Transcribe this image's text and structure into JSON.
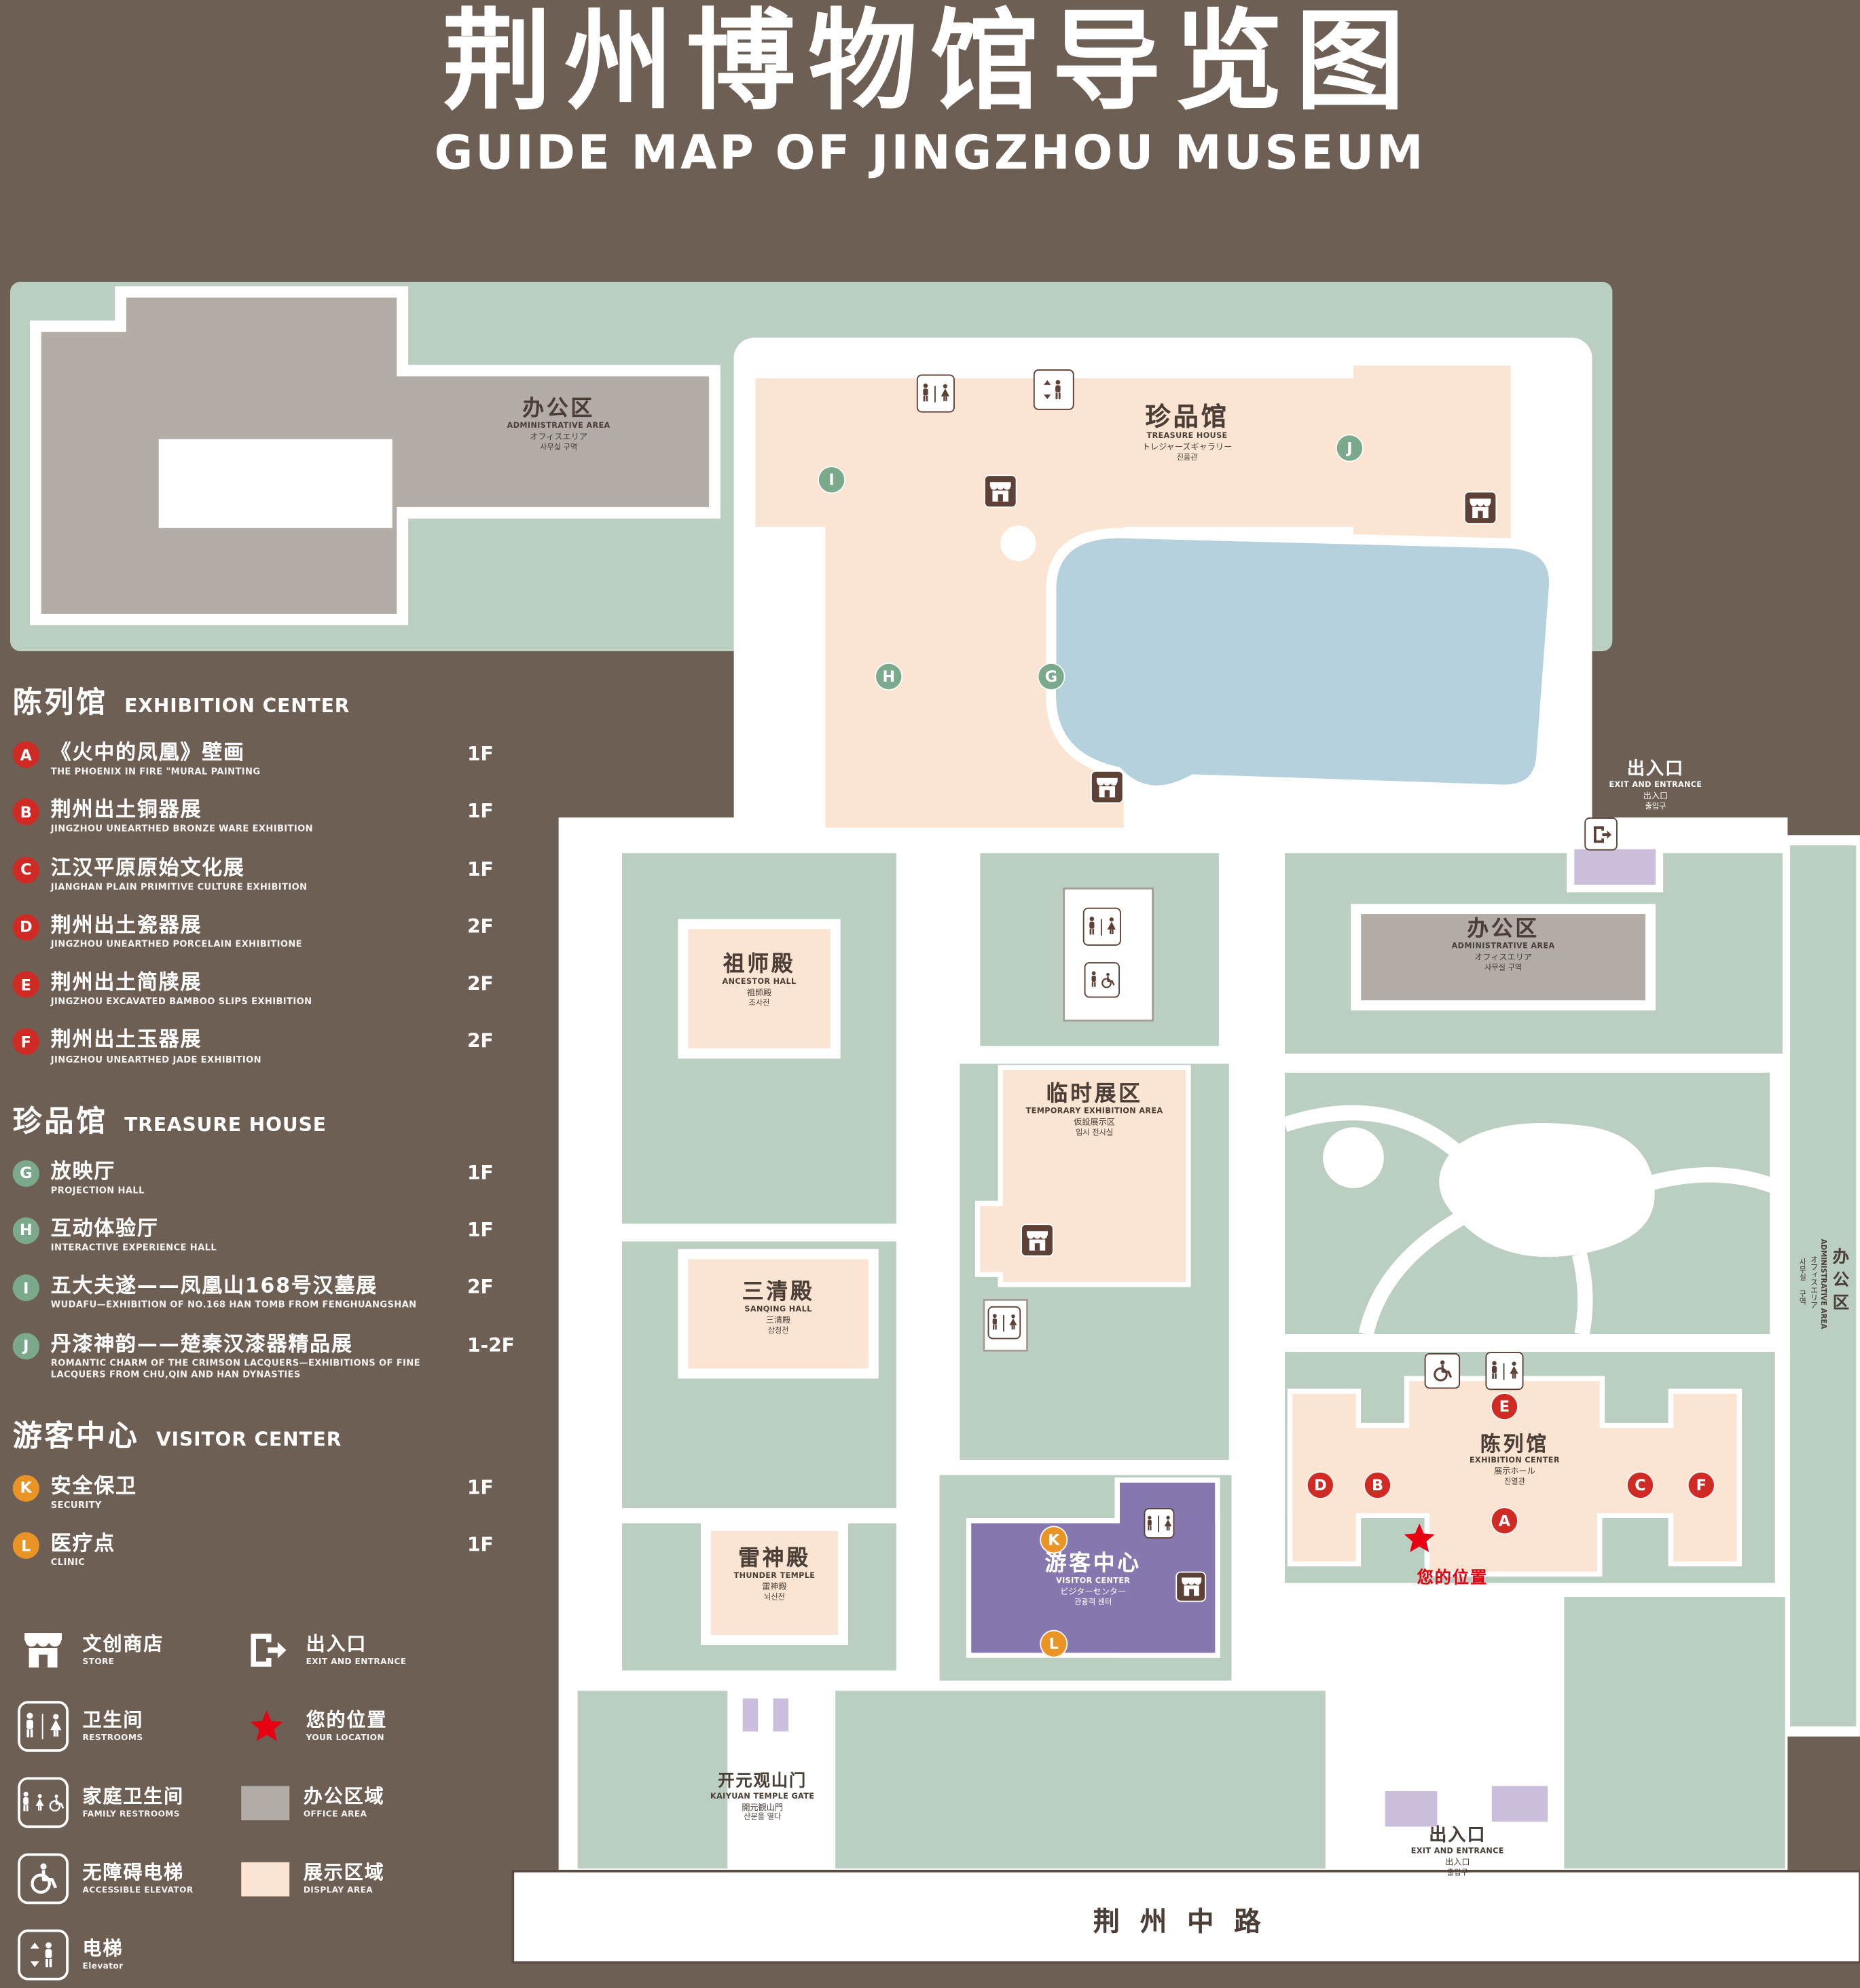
{
  "title": {
    "cn": "荆州博物馆导览图",
    "en": "GUIDE MAP OF JINGZHOU MUSEUM"
  },
  "colors": {
    "background": "#6e5f54",
    "lawn": "#bacec1",
    "display_area": "#fce4d3",
    "office_area": "#b3aca7",
    "pond": "#b5d1de",
    "visitor_center": "#8677ae",
    "gate_structure": "#cbbedd",
    "marker_red": "#cf2b24",
    "marker_green": "#7aa98c",
    "marker_orange": "#ea9426",
    "icon_brown": "#5d4036",
    "location_red": "#e60012"
  },
  "legend": {
    "sections": [
      {
        "title_cn": "陈列馆",
        "title_en": "EXHIBITION CENTER",
        "items": [
          {
            "id": "A",
            "cn": "《火中的凤凰》壁画",
            "en": "THE PHOENIX IN FIRE \"MURAL PAINTING",
            "floor": "1F"
          },
          {
            "id": "B",
            "cn": "荆州出土铜器展",
            "en": "JINGZHOU UNEARTHED BRONZE WARE EXHIBITION",
            "floor": "1F"
          },
          {
            "id": "C",
            "cn": "江汉平原原始文化展",
            "en": "JIANGHAN PLAIN PRIMITIVE CULTURE EXHIBITION",
            "floor": "1F"
          },
          {
            "id": "D",
            "cn": "荆州出土瓷器展",
            "en": "JINGZHOU UNEARTHED PORCELAIN EXHIBITIONE",
            "floor": "2F"
          },
          {
            "id": "E",
            "cn": "荆州出土简牍展",
            "en": "JINGZHOU EXCAVATED BAMBOO SLIPS EXHIBITION",
            "floor": "2F"
          },
          {
            "id": "F",
            "cn": "荆州出土玉器展",
            "en": "JINGZHOU UNEARTHED JADE EXHIBITION",
            "floor": "2F"
          }
        ]
      },
      {
        "title_cn": "珍品馆",
        "title_en": "TREASURE HOUSE",
        "items": [
          {
            "id": "G",
            "cn": "放映厅",
            "en": "PROJECTION HALL",
            "floor": "1F"
          },
          {
            "id": "H",
            "cn": "互动体验厅",
            "en": "INTERACTIVE EXPERIENCE HALL",
            "floor": "1F"
          },
          {
            "id": "I",
            "cn": "五大夫遂——凤凰山168号汉墓展",
            "en": "WUDAFU—EXHIBITION OF NO.168 HAN TOMB FROM FENGHUANGSHAN",
            "floor": "2F"
          },
          {
            "id": "J",
            "cn": "丹漆神韵——楚秦汉漆器精品展",
            "en": "ROMANTIC CHARM OF THE CRIMSON LACQUERS—EXHIBITIONS OF FINE LACQUERS FROM CHU,QIN AND HAN DYNASTIES",
            "floor": "1-2F"
          }
        ]
      },
      {
        "title_cn": "游客中心",
        "title_en": "VISITOR CENTER",
        "items": [
          {
            "id": "K",
            "cn": "安全保卫",
            "en": "SECURITY",
            "floor": "1F"
          },
          {
            "id": "L",
            "cn": "医疗点",
            "en": "CLINIC",
            "floor": "1F"
          }
        ]
      }
    ],
    "icons": [
      {
        "icon": "store-icon",
        "cn": "文创商店",
        "en": "STORE"
      },
      {
        "icon": "exit-icon",
        "cn": "出入口",
        "en": "EXIT AND ENTRANCE"
      },
      {
        "icon": "restroom-icon",
        "cn": "卫生间",
        "en": "RESTROOMS"
      },
      {
        "icon": "your-location-icon",
        "cn": "您的位置",
        "en": "YOUR LOCATION"
      },
      {
        "icon": "family-restroom-icon",
        "cn": "家庭卫生间",
        "en": "FAMILY RESTROOMS"
      },
      {
        "icon": "office-area-swatch",
        "cn": "办公区域",
        "en": "OFFICE AREA"
      },
      {
        "icon": "accessible-elevator-icon",
        "cn": "无障碍电梯",
        "en": "ACCESSIBLE ELEVATOR"
      },
      {
        "icon": "display-area-swatch",
        "cn": "展示区域",
        "en": "DISPLAY AREA"
      },
      {
        "icon": "elevator-icon",
        "cn": "电梯",
        "en": "Elevator"
      }
    ]
  },
  "map": {
    "labels": {
      "admin_top": {
        "cn": "办公区",
        "en": "ADMINISTRATIVE AREA",
        "ja": "オフィスエリア",
        "ko": "사무실 구역"
      },
      "treasure": {
        "cn": "珍品馆",
        "en": "TREASURE HOUSE",
        "ja": "トレジャーズギャラリー",
        "ko": "진품관"
      },
      "exit_top": {
        "cn": "出入口",
        "en": "EXIT AND ENTRANCE",
        "ja": "出入口",
        "ko": "출입구"
      },
      "admin_mid": {
        "cn": "办公区",
        "en": "ADMINISTRATIVE AREA",
        "ja": "オフィスエリア",
        "ko": "사무실 구역"
      },
      "admin_right": {
        "cn": "办公区",
        "en": "ADMINISTRATIVE AREA",
        "ja": "オフィスエリア",
        "ko": "사무실 구역"
      },
      "ancestor": {
        "cn": "祖师殿",
        "en": "ANCESTOR HALL",
        "ja": "祖師殿",
        "ko": "조사전"
      },
      "temp": {
        "cn": "临时展区",
        "en": "TEMPORARY EXHIBITION AREA",
        "ja": "仮設展示区",
        "ko": "임시 전시실"
      },
      "sanqing": {
        "cn": "三清殿",
        "en": "SANQING HALL",
        "ja": "三清殿",
        "ko": "삼청전"
      },
      "thunder": {
        "cn": "雷神殿",
        "en": "THUNDER TEMPLE",
        "ja": "雷神殿",
        "ko": "뇌신전"
      },
      "visitor": {
        "cn": "游客中心",
        "en": "VISITOR CENTER",
        "ja": "ビジターセンター",
        "ko": "관광객 센터"
      },
      "exhibition": {
        "cn": "陈列馆",
        "en": "EXHIBITION CENTER",
        "ja": "展示ホール",
        "ko": "진열관"
      },
      "gate": {
        "cn": "开元观山门",
        "en": "KAIYUAN TEMPLE GATE",
        "ja": "開元観山門",
        "ko": "산문을 열다"
      },
      "exit_bottom": {
        "cn": "出入口",
        "en": "EXIT AND ENTRANCE",
        "ja": "出入口",
        "ko": "출입구"
      },
      "road": "荆州中路",
      "your_location": "您的位置"
    },
    "markers": {
      "A": "A",
      "B": "B",
      "C": "C",
      "D": "D",
      "E": "E",
      "F": "F",
      "G": "G",
      "H": "H",
      "I": "I",
      "J": "J",
      "K": "K",
      "L": "L"
    }
  }
}
